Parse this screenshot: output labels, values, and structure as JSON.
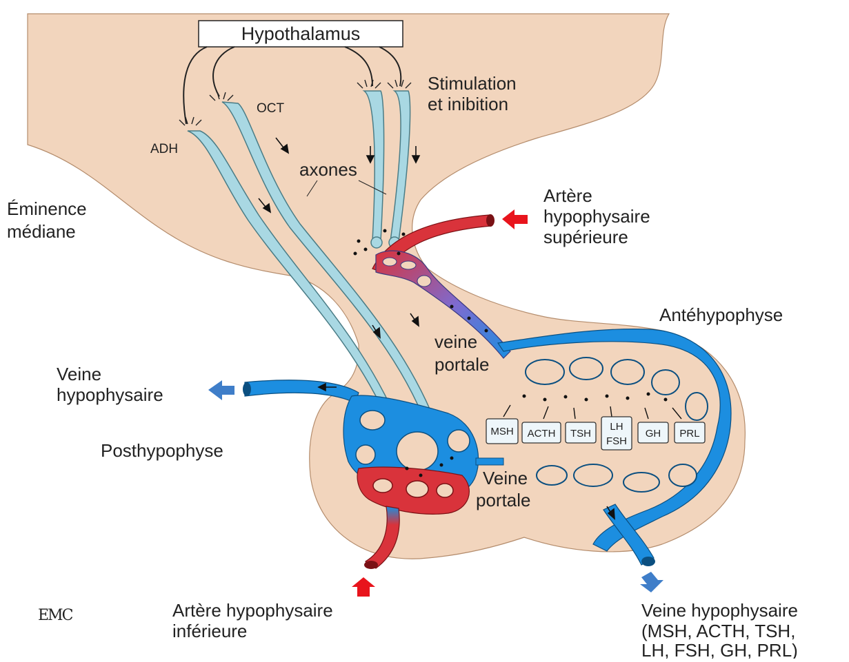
{
  "title": "Hypothalamus",
  "colors": {
    "tissue": "#f2d5bd",
    "tissue_edge": "#d9b89c",
    "artery": "#d9333b",
    "vein": "#1c8ee0",
    "axon": "#a9d8e3",
    "arrow_red": "#e8141c",
    "arrow_blue": "#3f7ec9"
  },
  "labels": {
    "adh": "ADH",
    "oct": "OCT",
    "stimulation_1": "Stimulation",
    "stimulation_2": "et inibition",
    "axones": "axones",
    "eminence_1": "Éminence",
    "eminence_2": "médiane",
    "artere_sup_1": "Artère",
    "artere_sup_2": "hypophysaire",
    "artere_sup_3": "supérieure",
    "antehypophyse": "Antéhypophyse",
    "veine_portale_1_a": "veine",
    "veine_portale_1_b": "portale",
    "veine_hypo_1": "Veine",
    "veine_hypo_2": "hypophysaire",
    "posthypophyse": "Posthypophyse",
    "veine_portale_2_a": "Veine",
    "veine_portale_2_b": "portale",
    "artere_inf_1": "Artère hypophysaire",
    "artere_inf_2": "inférieure",
    "veine_hypo_out_1": "Veine hypophysaire",
    "veine_hypo_out_2": "(MSH, ACTH, TSH,",
    "veine_hypo_out_3": "LH, FSH, GH, PRL)",
    "logo": "EMC"
  },
  "hormones": [
    "MSH",
    "ACTH",
    "TSH",
    "LH",
    "FSH",
    "GH",
    "PRL"
  ],
  "icons": [
    "red-arrow-icon",
    "blue-arrow-icon",
    "emc-logo"
  ]
}
